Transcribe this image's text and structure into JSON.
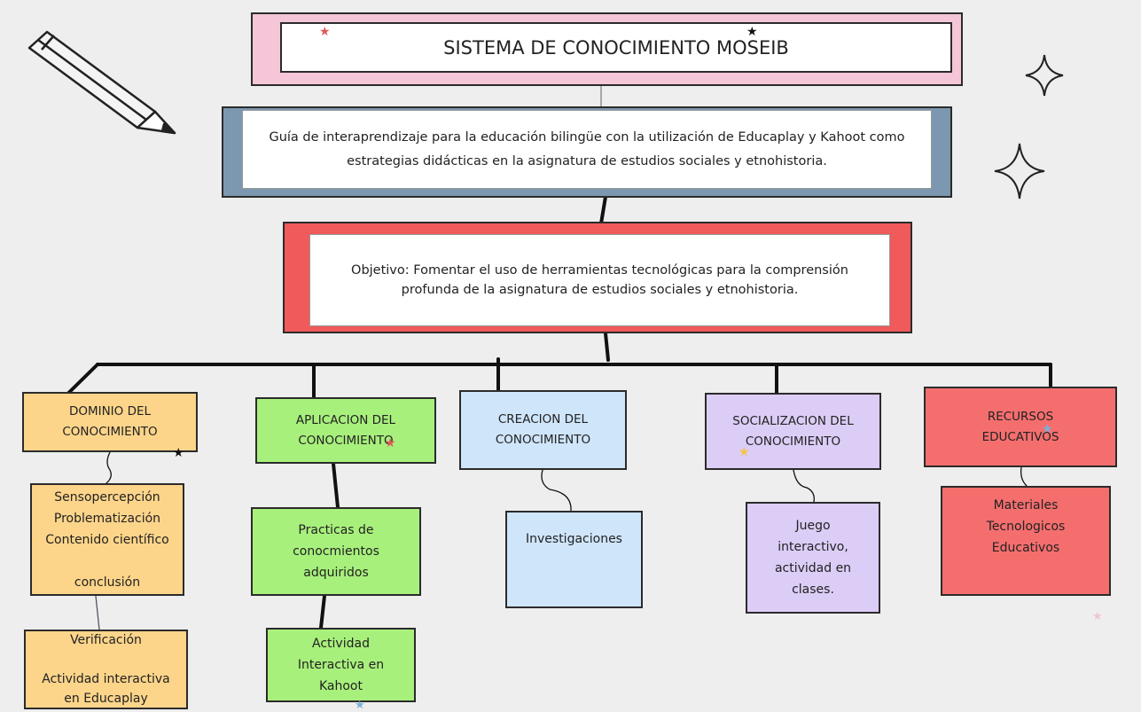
{
  "diagram": {
    "title": "SISTEMA DE CONOCIMIENTO MOSEIB",
    "description": "Guía de interaprendizaje para la educación bilingüe con la utilización de Educaplay y Kahoot como estrategias didácticas en la asignatura de estudios sociales y etnohistoria.",
    "objective": "Objetivo: Fomentar el uso de herramientas tecnológicas para la comprensión profunda de la asignatura de estudios sociales y etnohistoria.",
    "categories": [
      {
        "label": "DOMINIO DEL\nCONOCIMIENTO",
        "children": [
          "Sensopercepción\nProblematización\nContenido científico\n\nconclusión",
          "Verificación\n\nActividad interactiva\nen Educaplay"
        ]
      },
      {
        "label": "APLICACION DEL\nCONOCIMIENTO",
        "children": [
          "Practicas de\nconocmientos\nadquiridos",
          "Actividad\nInteractiva en\nKahoot"
        ]
      },
      {
        "label": "CREACION DEL\nCONOCIMIENTO",
        "children": [
          "Investigaciones"
        ]
      },
      {
        "label": "SOCIALIZACION DEL\nCONOCIMIENTO",
        "children": [
          "Juego\ninteractivo,\nactividad en\nclases."
        ]
      },
      {
        "label": "RECURSOS\nEDUCATIVOS",
        "children": [
          "Materiales\nTecnologicos\nEducativos"
        ]
      }
    ]
  },
  "colors": {
    "title_frame": "#f5c6d8",
    "description_frame": "#7c98b0",
    "objective_frame": "#f05a5a",
    "dominio": "#fdd58a",
    "aplicacion": "#a8f07c",
    "creacion": "#cfe5fa",
    "socializacion": "#dccdf7",
    "recursos": "#f56e6e"
  },
  "icons": [
    "pencil-icon",
    "sparkle-icon",
    "star-icon"
  ]
}
